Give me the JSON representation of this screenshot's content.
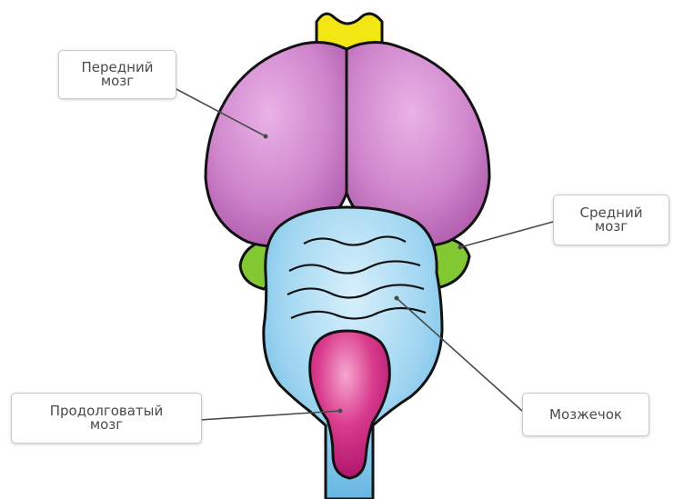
{
  "labels": {
    "forebrain": {
      "line1": "Передний",
      "line2": "мозг"
    },
    "midbrain": {
      "line1": "Средний",
      "line2": "мозг"
    },
    "cerebellum": {
      "line1": "Мозжечок"
    },
    "medulla": {
      "line1": "Продолговатый",
      "line2": "мозг"
    }
  },
  "colors": {
    "forebrain": "#c46fc3",
    "olfactory_bulb": "#f2e614",
    "midbrain": "#82c833",
    "cerebellum": "#7cc2ea",
    "medulla": "#c4237b",
    "outline": "#111111"
  }
}
